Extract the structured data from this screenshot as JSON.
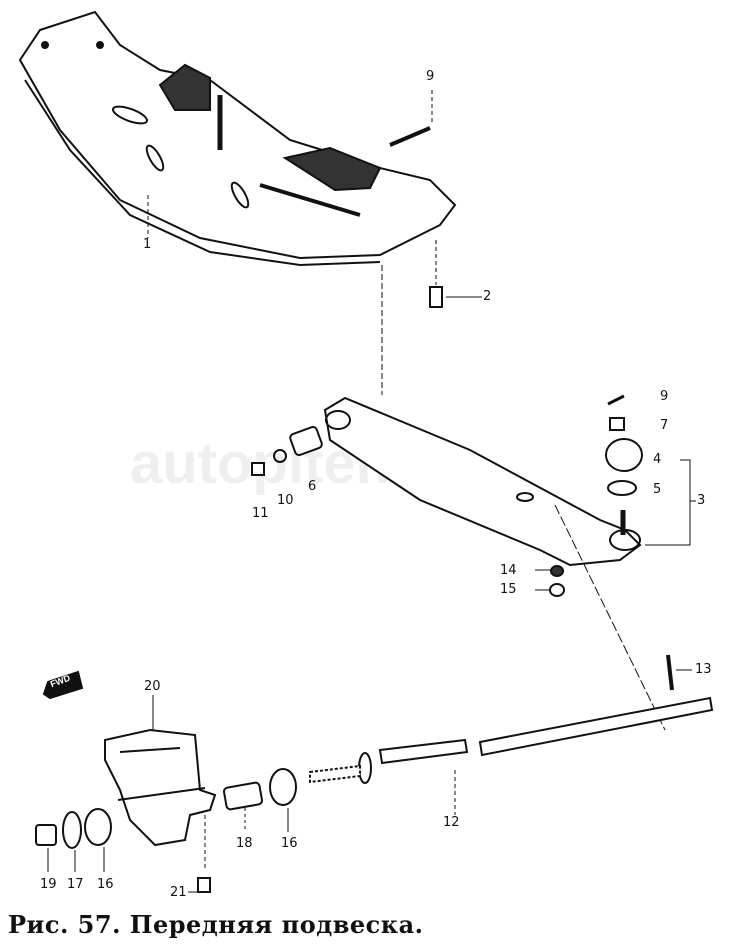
{
  "caption": "Рис. 57. Передняя подвеска.",
  "watermark": "autopiter.ru",
  "fwd_marker": "FWD",
  "part_labels": [
    "9",
    "1",
    "2",
    "9",
    "7",
    "4",
    "5",
    "3",
    "6",
    "10",
    "11",
    "14",
    "15",
    "13",
    "20",
    "12",
    "18",
    "16",
    "19",
    "17",
    "16",
    "21"
  ]
}
